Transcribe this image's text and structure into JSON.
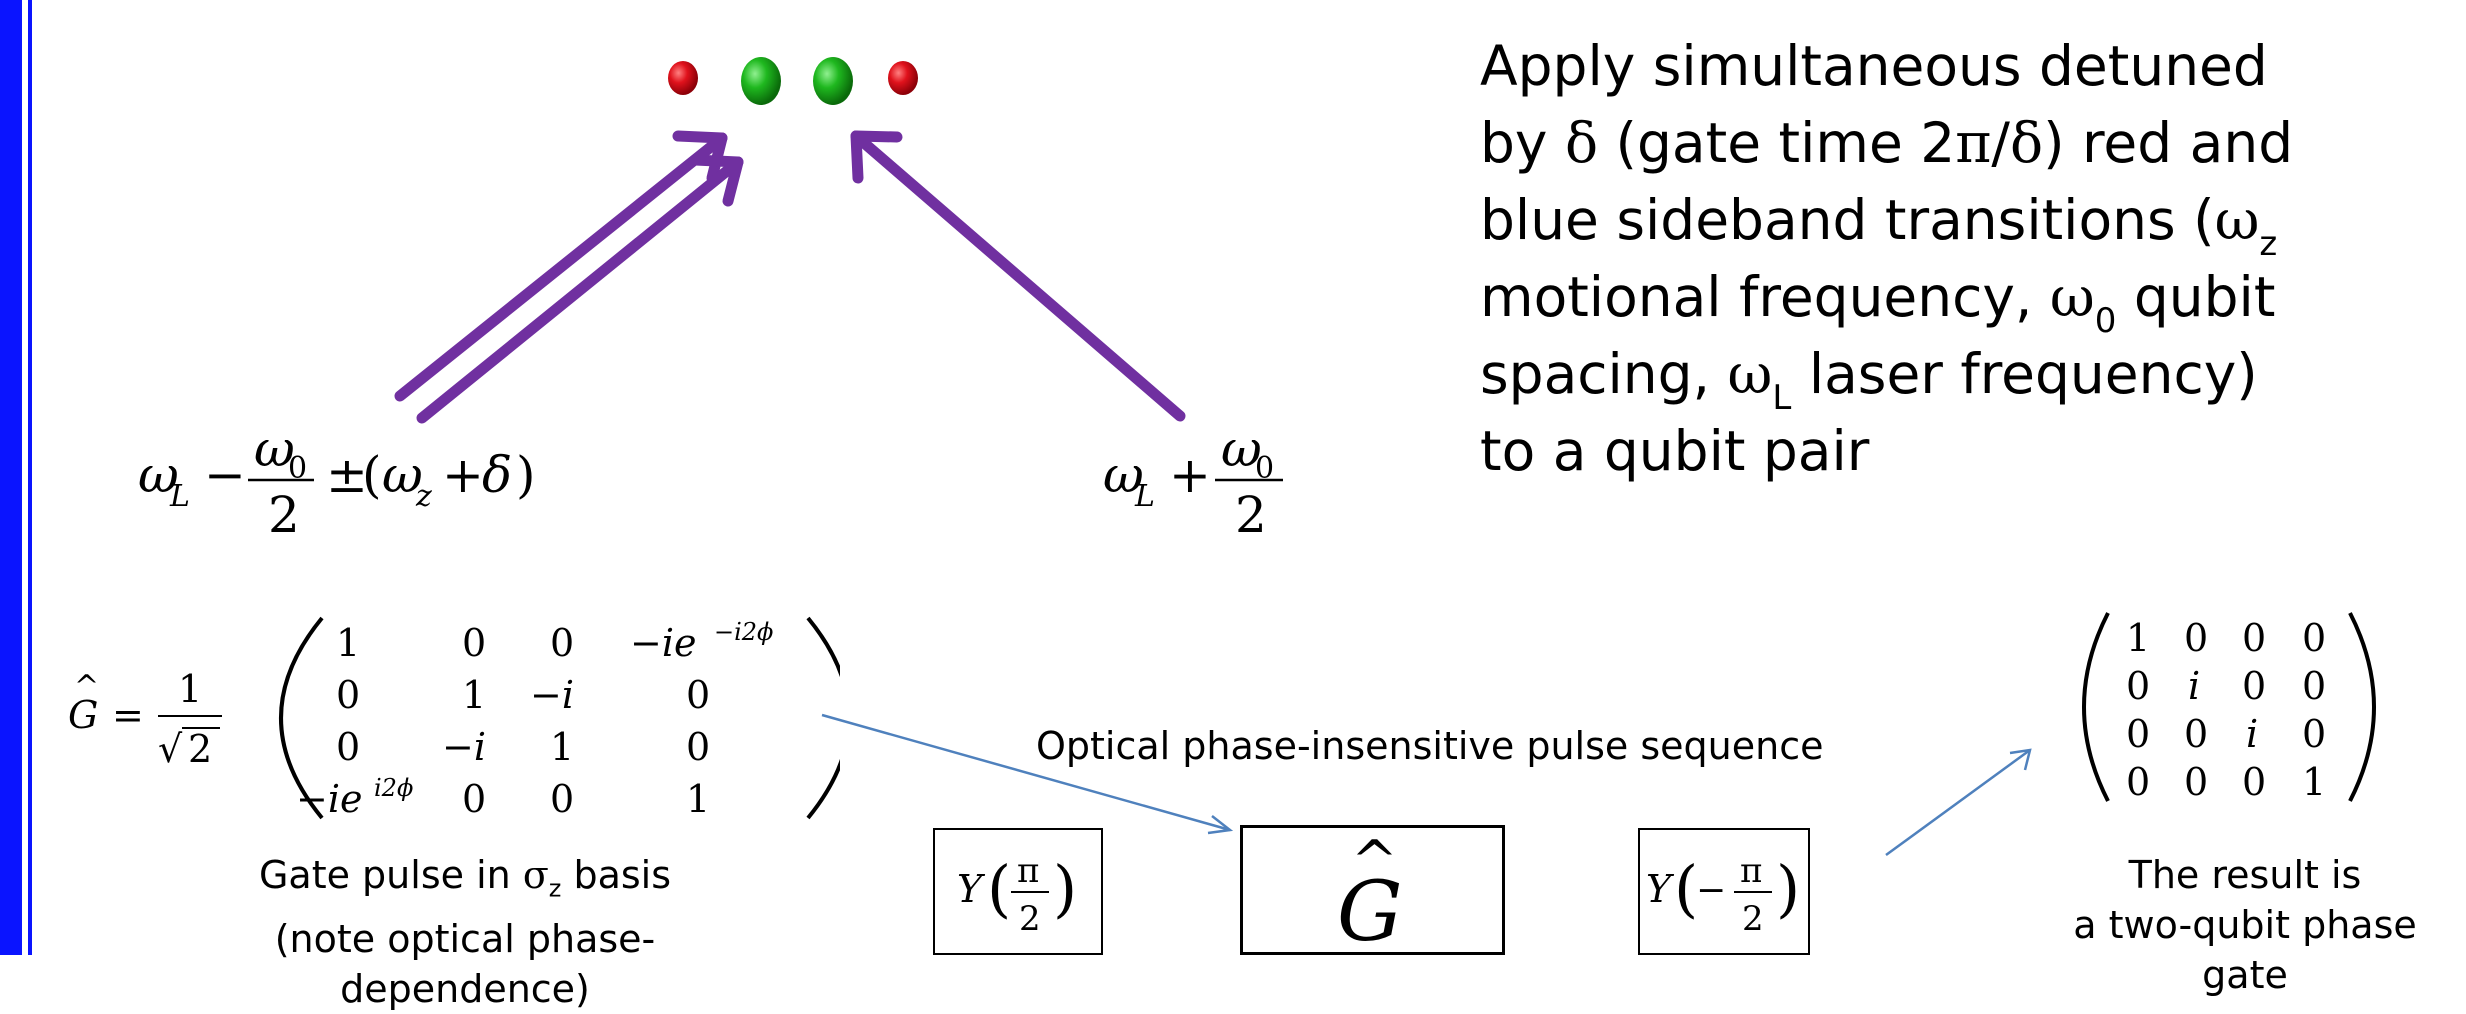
{
  "description": {
    "line1": "Apply simultaneous detuned",
    "line2_a": "by ",
    "line2_delta": "δ",
    "line2_b": " (gate time 2",
    "line2_pi": "π",
    "line2_c": "/",
    "line2_delta2": "δ",
    "line2_d": ") red and",
    "line3_a": "blue sideband transitions (",
    "line3_omega": "ω",
    "line3_sub": "z",
    "line4_a": "motional frequency, ",
    "line4_omega": "ω",
    "line4_sub": "0",
    "line4_b": " qubit",
    "line5_a": "spacing, ",
    "line5_omega": "ω",
    "line5_sub": "L",
    "line5_b": " laser frequency)",
    "line6": "to a qubit pair"
  },
  "ions": {
    "colors": {
      "outer": "#e0121c",
      "inner": "#1fb81f",
      "arrow": "#7030a0"
    }
  },
  "freq_left": {
    "omega": "ω",
    "sub_L": "L",
    "minus": "−",
    "num_omega": "ω",
    "num_sub": "0",
    "den": "2",
    "pm": "±",
    "paren_open": "(",
    "omega_z": "ω",
    "sub_z": "z",
    "plus": "+",
    "delta": "δ",
    "paren_close": ")"
  },
  "freq_right": {
    "omega": "ω",
    "sub_L": "L",
    "plus": "+",
    "num_omega": "ω",
    "num_sub": "0",
    "den": "2"
  },
  "gate_matrix": {
    "lhs_g": "G",
    "lhs_hat": "^",
    "eq": "=",
    "frac_num": "1",
    "frac_den": "2",
    "sqrt": "√",
    "rows": [
      [
        "1",
        "0",
        "0",
        "−ie",
        "−i2ϕ"
      ],
      [
        "0",
        "1",
        "−i",
        "0",
        ""
      ],
      [
        "0",
        "−i",
        "1",
        "0",
        ""
      ],
      [
        "−ie",
        "i2ϕ",
        "0",
        "0",
        "1"
      ]
    ],
    "caption_line1_a": "Gate pulse in ",
    "caption_sigma": "σ",
    "caption_sub": "z",
    "caption_line1_b": " basis",
    "caption_line2": "(note optical phase-dependence)"
  },
  "pulse_sequence": {
    "title": "Optical phase-insensitive pulse sequence",
    "y1": "Y",
    "y1_num": "π",
    "y1_den": "2",
    "g": "G",
    "g_hat": "^",
    "y2": "Y",
    "y2_minus": "−",
    "y2_num": "π",
    "y2_den": "2"
  },
  "result_matrix": {
    "rows": [
      [
        "1",
        "0",
        "0",
        "0"
      ],
      [
        "0",
        "i",
        "0",
        "0"
      ],
      [
        "0",
        "0",
        "i",
        "0"
      ],
      [
        "0",
        "0",
        "0",
        "1"
      ]
    ],
    "caption_line1": "The result is",
    "caption_line2": "a two-qubit phase gate"
  },
  "colors": {
    "border": "#0a14ff",
    "link_arrow": "#4f81bd"
  }
}
